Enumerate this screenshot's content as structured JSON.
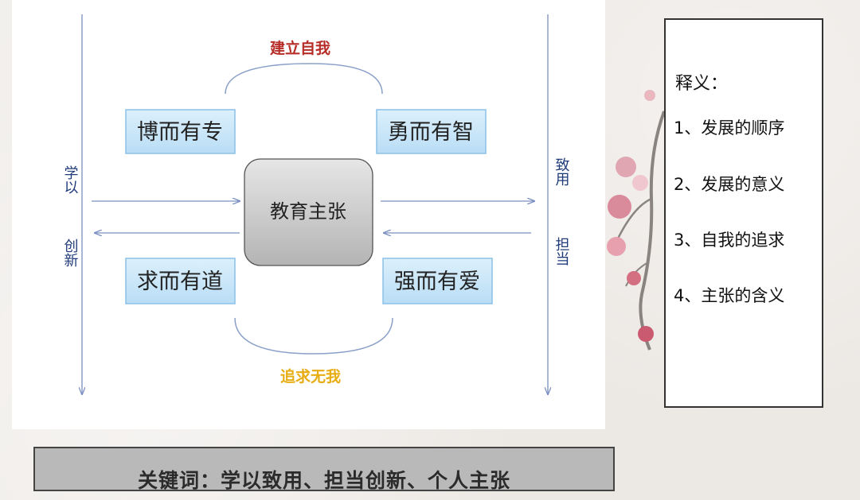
{
  "diagram": {
    "top_arc_label": "建立自我",
    "bottom_arc_label": "追求无我",
    "center_label": "教育主张",
    "boxes": {
      "top_left": "博而有专",
      "top_right": "勇而有智",
      "bottom_left": "求而有道",
      "bottom_right": "强而有爱"
    },
    "left_upper_vertical": "学以",
    "left_lower_vertical": "创新",
    "right_upper_vertical": "致用",
    "right_lower_vertical": "担当"
  },
  "definition": {
    "title": "释义：",
    "items": [
      "1、发展的顺序",
      "2、发展的意义",
      "3、自我的追求",
      "4、主张的含义"
    ]
  },
  "keywords": "关键词：学以致用、担当创新、个人主张",
  "colors": {
    "box_fill": "#c8e6f8",
    "box_border": "#8cc0e6",
    "center_fill": "#c9c9c9",
    "arrow": "#7a90c0",
    "red_label": "#b72d28",
    "yellow_label": "#e6ac12"
  }
}
